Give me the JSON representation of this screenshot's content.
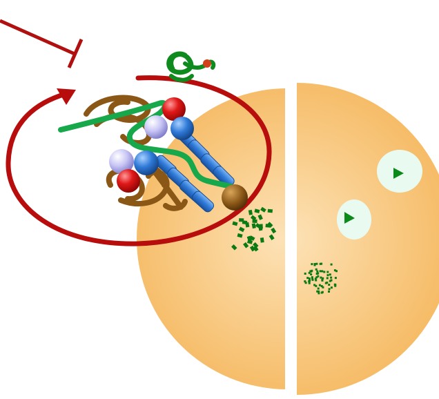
{
  "diagram": {
    "kind": "schematic illustration without printed text",
    "colors": {
      "background": "#ffffff",
      "cell_light": "#fde2b6",
      "cell_dark": "#f4b457",
      "inhibition_line": "#b01010",
      "cycle_arrow": "#b80d0d",
      "green_strand": "#16a84a",
      "helix_blue": "#2f7ad8",
      "brown_coil": "#8a5716",
      "red_sphere": "#d60f12",
      "lavender_sphere": "#c9c6f5",
      "speckle_green": "#0b7a14",
      "vacuole_fill": "#e9fbf1",
      "vacuole_marker": "#0b8a1b"
    },
    "elements": {
      "left_cell_half": "cell-half-left",
      "right_cell_half": "cell-half-right",
      "inhibition_symbol": "inhibition-bar",
      "cycle": "circular-arrow",
      "protein_complex": "protein-complex",
      "small_protein": "small-green-protein",
      "vacuoles": 2,
      "speckle_clusters": 2
    }
  }
}
